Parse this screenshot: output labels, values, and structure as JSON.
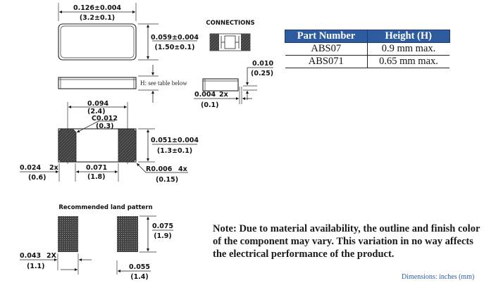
{
  "top_view": {
    "length_in": "0.126±0.004",
    "length_mm": "(3.2±0.1)",
    "width_in": "0.059±0.004",
    "width_mm": "(1.50±0.1)"
  },
  "side_view": {
    "height_note": "H: see table below"
  },
  "connections": {
    "title": "CONNECTIONS",
    "terminal_in": "0.010",
    "terminal_mm": "(0.25)",
    "offset_in": "0.004",
    "offset_count": "2x",
    "offset_mm": "(0.1)"
  },
  "bottom_view": {
    "pad_span_in": "0.094",
    "pad_span_mm": "(2.4)",
    "chamfer_in": "C0.012",
    "chamfer_mm": "(0.3)",
    "pad_height_in": "0.051±0.004",
    "pad_height_mm": "(1.3±0.1)",
    "pad_width_in": "0.024",
    "pad_width_count": "2x",
    "pad_width_mm": "(0.6)",
    "gap_in": "0.071",
    "gap_mm": "(1.8)",
    "radius_in": "R0.006",
    "radius_count": "4x",
    "radius_mm": "(0.15)"
  },
  "land_pattern": {
    "title": "Recommended land pattern",
    "pad_height_in": "0.075",
    "pad_height_mm": "(1.9)",
    "pad_width_in": "0.043",
    "pad_width_count": "2X",
    "pad_width_mm": "(1.1)",
    "gap_in": "0.055",
    "gap_mm": "(1.4)"
  },
  "parts_table": {
    "headers": [
      "Part Number",
      "Height (H)"
    ],
    "rows": [
      [
        "ABS07",
        "0.9 mm max."
      ],
      [
        "ABS071",
        "0.65 mm max."
      ]
    ],
    "header_color": "#2e5b9e"
  },
  "note": "Note: Due to material availability, the outline and finish color of the component may vary. This variation in no way affects the electrical performance of the product.",
  "dimensions_caption": "Dimensions: inches (mm)"
}
